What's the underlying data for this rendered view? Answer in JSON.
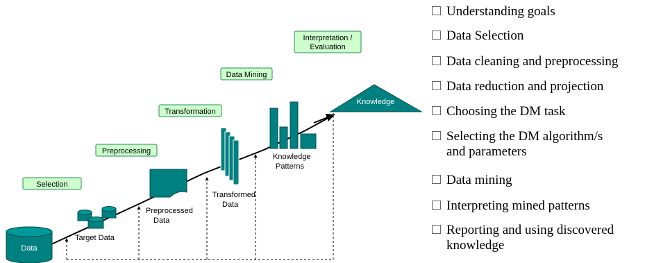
{
  "diagram": {
    "data_label": "Data",
    "target_label": "Target Data",
    "preprocessed_label_1": "Preprocessed",
    "preprocessed_label_2": "Data",
    "transformed_label_1": "Transformed",
    "transformed_label_2": "Data",
    "patterns_label_1": "Knowledge",
    "patterns_label_2": "Patterns",
    "knowledge_label": "Knowledge",
    "stages": {
      "selection": "Selection",
      "preprocessing": "Preprocessing",
      "transformation": "Transformation",
      "data_mining": "Data Mining",
      "interpretation_1": "Interpretation /",
      "interpretation_2": "Evaluation"
    },
    "colors": {
      "teal": "#008080",
      "stage_fill": "#ccffcc",
      "stage_border": "#2e8b57"
    }
  },
  "steps": [
    {
      "text": "Understanding goals"
    },
    {
      "text": "Data Selection"
    },
    {
      "text": "Data cleaning and preprocessing"
    },
    {
      "text": "Data reduction and projection"
    },
    {
      "text": "Choosing the DM task"
    },
    {
      "text": "Selecting the DM algorithm/s",
      "text2": "and parameters"
    },
    {
      "text": "Data mining"
    },
    {
      "text": "Interpreting mined patterns"
    },
    {
      "text": "Reporting and using discovered",
      "text2": "knowledge"
    }
  ]
}
